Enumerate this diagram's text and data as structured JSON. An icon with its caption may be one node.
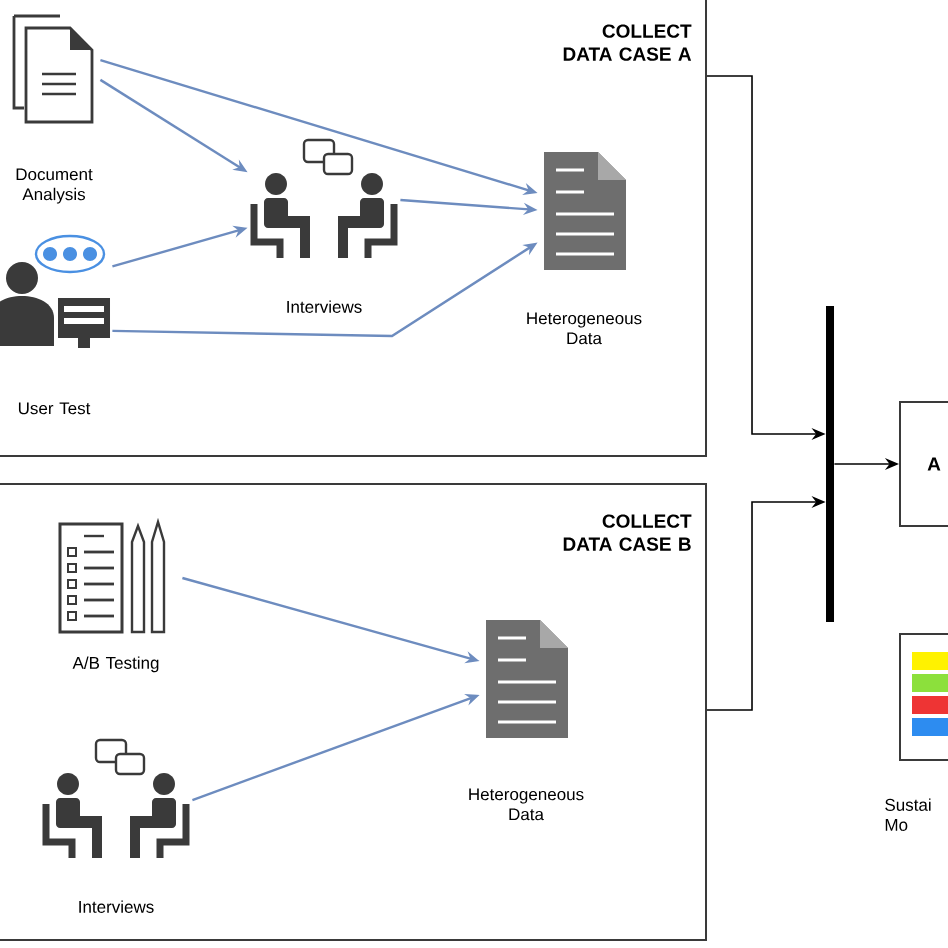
{
  "diagram": {
    "nodes": [
      {
        "text": [
          "COLLECT DATA CASE A"
        ]
      },
      {
        "text": [
          "Document Analysis"
        ],
        "in": 0
      },
      {
        "text": [
          "User Test"
        ],
        "in": 0
      },
      {
        "text": [
          "Interviews"
        ],
        "in": 0
      },
      {
        "text": [
          "Heterogeneous Data"
        ],
        "in": 0
      },
      {
        "text": [
          "COLLECT DATA CASE B"
        ]
      },
      {
        "text": [
          "A/B Testing"
        ],
        "in": 5
      },
      {
        "text": [
          "Interviews"
        ],
        "in": 5
      },
      {
        "text": [
          "Heterogeneous Data"
        ],
        "in": 5
      },
      {
        "text": [],
        "shape": "bar"
      },
      {
        "text": [
          "A"
        ]
      },
      {
        "text": [
          "Sustai Mo"
        ]
      }
    ],
    "edges": [
      {
        "from": 1,
        "to": 4,
        "arrow": "to"
      },
      {
        "from": 1,
        "to": 3,
        "arrow": "to"
      },
      {
        "from": 2,
        "to": 3,
        "arrow": "to"
      },
      {
        "from": 2,
        "to": 4,
        "arrow": "to"
      },
      {
        "from": 3,
        "to": 4,
        "arrow": "to"
      },
      {
        "from": 6,
        "to": 8,
        "arrow": "to"
      },
      {
        "from": 7,
        "to": 8,
        "arrow": "to"
      },
      {
        "from": 0,
        "to": 9,
        "arrow": "to",
        "color": "#000000"
      },
      {
        "from": 5,
        "to": 9,
        "arrow": "to",
        "color": "#000000"
      },
      {
        "from": 9,
        "to": 10,
        "arrow": "to",
        "color": "#000000"
      }
    ]
  }
}
